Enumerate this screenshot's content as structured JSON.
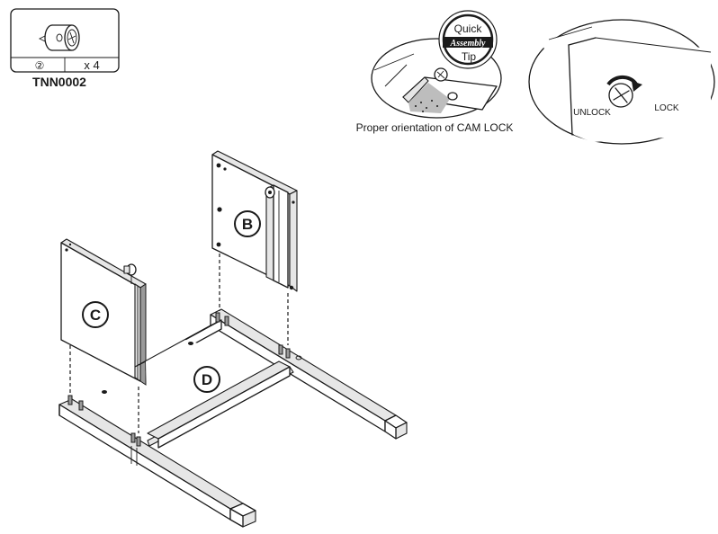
{
  "part_box": {
    "part_number": "②",
    "quantity": "x 4",
    "code": "TNN0002"
  },
  "quick_tip": {
    "badge_top": "Quick",
    "badge_middle": "Assembly",
    "badge_bottom": "Tip",
    "caption": "Proper orientation of CAM LOCK"
  },
  "cam_detail": {
    "unlock_label": "UNLOCK",
    "lock_label": "LOCK"
  },
  "labels": {
    "panel_b": "B",
    "panel_c": "C",
    "base_d": "D"
  }
}
